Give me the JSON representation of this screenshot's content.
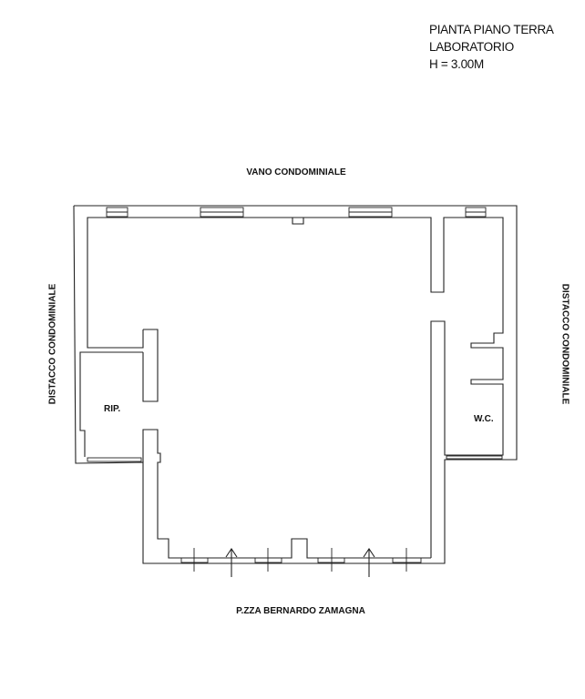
{
  "title_block": {
    "line1": "PIANTA PIANO TERRA",
    "line2": "LABORATORIO",
    "line3": "H = 3.00M"
  },
  "labels": {
    "top": "VANO CONDOMINIALE",
    "left": "DISTACCO CONDOMINIALE",
    "right": "DISTACCO CONDOMINIALE",
    "bottom": "P.ZZA BERNARDO ZAMAGNA",
    "room_storage": "RIP.",
    "room_wc": "W.C."
  }
}
